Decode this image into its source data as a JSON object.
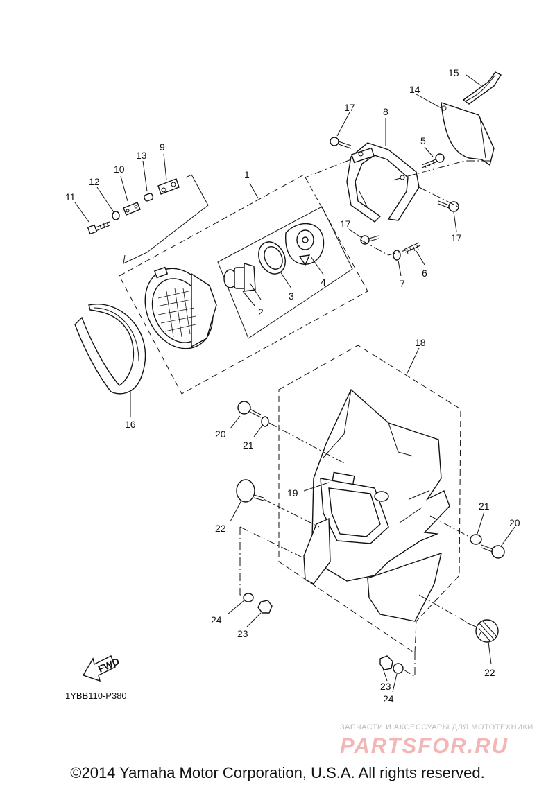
{
  "callouts": {
    "c1": "1",
    "c2": "2",
    "c3": "3",
    "c4": "4",
    "c5": "5",
    "c6": "6",
    "c7": "7",
    "c8": "8",
    "c9": "9",
    "c10": "10",
    "c11": "11",
    "c12": "12",
    "c13": "13",
    "c14": "14",
    "c15": "15",
    "c16": "16",
    "c17a": "17",
    "c17b": "17",
    "c17c": "17",
    "c18": "18",
    "c19": "19",
    "c20a": "20",
    "c20b": "20",
    "c21a": "21",
    "c21b": "21",
    "c22a": "22",
    "c22b": "22",
    "c23a": "23",
    "c23b": "23",
    "c24a": "24",
    "c24b": "24"
  },
  "fwd_label": "FWD",
  "diagram_code": "1YBB110-P380",
  "watermark": {
    "caption": "ЗАПЧАСТИ И АКСЕССУАРЫ ДЛЯ МОТОТЕХНИКИ",
    "logo": "PARTSFOR.RU"
  },
  "copyright": "©2014 Yamaha Motor Corporation, U.S.A. All rights reserved."
}
